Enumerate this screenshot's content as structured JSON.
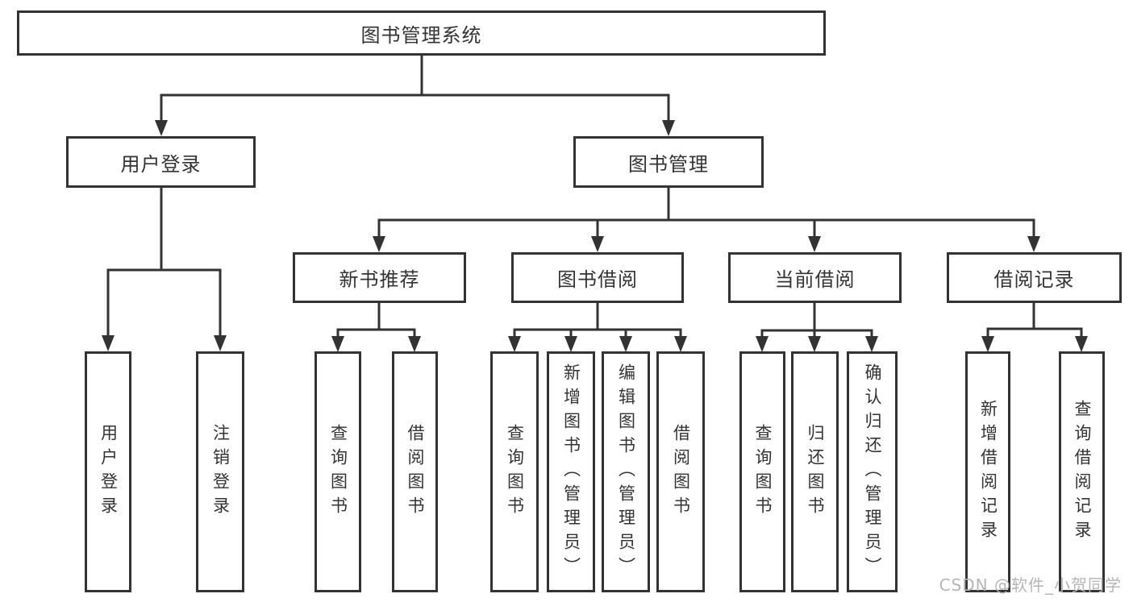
{
  "diagram": {
    "title": "图书管理系统",
    "nodes": {
      "root": "图书管理系统",
      "user_login": "用户登录",
      "book_mgmt": "图书管理",
      "new_book_rec": "新书推荐",
      "book_borrow": "图书借阅",
      "current_borrow": "当前借阅",
      "borrow_records": "借阅记录"
    },
    "leaves": {
      "user_login": {
        "login": "用户登录",
        "logout": "注销登录"
      },
      "new_book_rec": {
        "query_book": "查询图书",
        "borrow_book": "借阅图书"
      },
      "book_borrow": {
        "query_book": "查询图书",
        "add_book": "新增图书（管理员）",
        "edit_book": "编辑图书（管理员）",
        "borrow_book": "借阅图书"
      },
      "current_borrow": {
        "query_book": "查询图书",
        "return_book": "归还图书",
        "confirm_return": "确认归还（管理员）"
      },
      "borrow_records": {
        "add_record": "新增借阅记录",
        "query_record": "查询借阅记录"
      }
    }
  },
  "watermark": "CSDN @软件_小贺同学",
  "colors": {
    "line": "#333333",
    "text": "#333333",
    "box_fill": "#ffffff",
    "background": "#ffffff",
    "watermark": "#b5b5b5"
  }
}
